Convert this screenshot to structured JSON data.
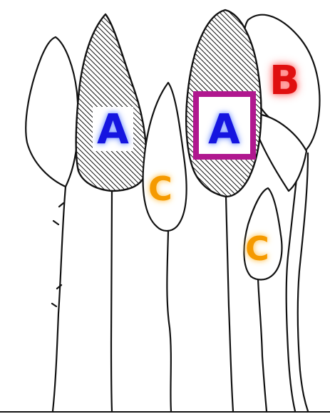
{
  "labels": {
    "a_left": "A",
    "a_framed": "A",
    "b": "B",
    "c_middle": "C",
    "c_right": "C"
  },
  "colors": {
    "label_a": "#1515e0",
    "label_a_glow": "#8fa8ff",
    "label_b": "#e01010",
    "label_b_glow": "#ff8080",
    "label_c": "#f59a00",
    "label_c_glow": "#ffd27a",
    "frame": "#b0188f",
    "line": "#111111"
  }
}
